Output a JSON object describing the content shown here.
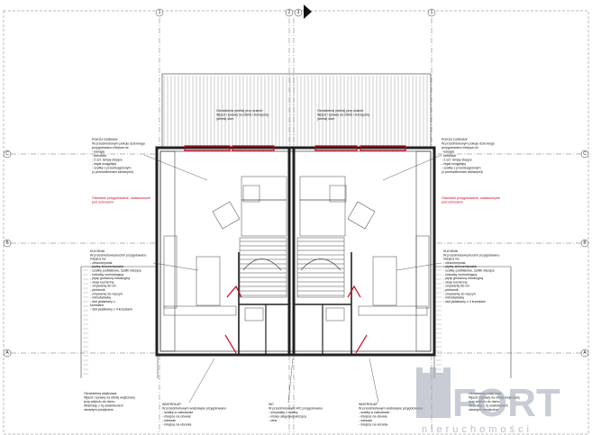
{
  "grid": {
    "columns": [
      "1",
      "2",
      "3",
      "1"
    ],
    "rows": [
      "C",
      "B",
      "A"
    ]
  },
  "notes": {
    "terrace_top_left": [
      "Ośmiotelnia (strefa) przy ścianie",
      "Wjazd i sprawy na strefę i terrasystą",
      "(strefa) dom"
    ],
    "terrace_top_right": [
      "Ośmiotelnia (strefa) przy ścianie",
      "Wjazd i sprawy na strefę i terrasystą",
      "(strefa) dom"
    ],
    "living_left": [
      "POKÓJ DZIENNY",
      "W przedmiotowym pokoju dziennego",
      "przygotowano miejsca na",
      "- kanapę",
      "- telewizor",
      "- 2 szt. lampy stojące",
      "- regał ściągnięty",
      "- szafkę z przedwagnionym",
      "(z przeszkleniami szklanymi)"
    ],
    "living_right": [
      "POKÓJ DZIENNY",
      "W przedmiotowym pokoju dziennego",
      "przygotowano miejsca na",
      "- kanapę",
      "- telewizor",
      "- 2 szt. lampy stojące",
      "- regał ściągnięty",
      "- szafkę z przedwagnionym",
      "(z przeszkleniami szklanymi)"
    ],
    "red_left": [
      "Odmianki przygotowane, zadaszonymi",
      "pod schodami"
    ],
    "red_right": [
      "Odmianki przygotowane, zadaszonymi",
      "pod schodami"
    ],
    "kitchen_left": [
      "KUCHNIA",
      "W przedmiotowej kuchni przygotowano",
      "miejsca na:",
      "- zlewozmywak",
      "- płytkę zlewozmywaka",
      "- szafkę podblatowe, szafki wiszące",
      "- lodówkę wolnostojącą",
      "- płytę grzewczą indukcyjną",
      "- okap kuchenny",
      "- zmywarkę 60 cm",
      "- piekarnik",
      "- zmywarkę do naczyń",
      "- mikrofalówkę",
      "- stół jadalniany z",
      "krzesłami",
      "- stół jadalniany z 4 krzesłami"
    ],
    "kitchen_right": [
      "KUCHNIA",
      "W przedmiotowej kuchni przygotowano",
      "miejsca na:",
      "- zlewozmywak",
      "- płytkę zlewozmywaka",
      "- szafkę podblatowe, szafki wiszące",
      "- lodówkę wolnostojącą",
      "- płytę grzewczą indukcyjną",
      "- okap kuchenny",
      "- zmywarkę 60 cm",
      "- piekarnik",
      "- zmywarkę do naczyń",
      "- mikrofalówkę",
      "- stół jadalniany z 4 krzesłami"
    ],
    "bottom_left": [
      "Ośmiotelnia wejściowa",
      "Wjazd i sprawy na strefę wejściową",
      "przy wejściu do domu",
      "Wiatrołap z tą oświetleniem",
      "otwartym przejściem"
    ],
    "bottom_right": [
      "Ośmiotelnia wejściowa",
      "Wjazd i sprawy na strefę wejściową",
      "przy wejściu do domu",
      "Wiatrołap z tą oświetleniem",
      "otwartym przejściem"
    ],
    "hall_left": [
      "WIATROŁAP",
      "W przedmiotowym wiatrołapie przygotowano",
      "- szafkę w zabudowie",
      "- miejsce na obuwie",
      "- wieszak",
      "- miejsce na ubrania"
    ],
    "wc": [
      "WC",
      "W przedmiotowym WC przygotowano",
      "- umywalkę z szafką",
      "- miskę ustępową wiszącą",
      "- zlew"
    ],
    "hall_right": [
      "WIATROŁAP",
      "W przedmiotowym wiatrołapie przygotowano",
      "- szafkę w zabudowie",
      "- miejsce na obuwie",
      "- wieszak",
      "- miejsce na ubrania"
    ]
  },
  "watermark": {
    "brand": "FORT",
    "tagline": "nieruchomości"
  },
  "colors": {
    "line": "#222222",
    "thin": "#555555",
    "accent_red": "#d0021b",
    "watermark": "#9aa4b4"
  }
}
